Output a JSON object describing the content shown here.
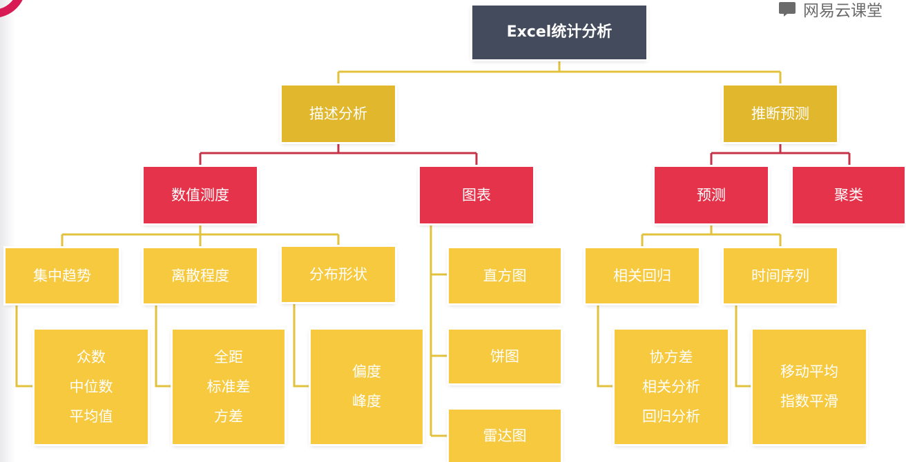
{
  "watermark": {
    "text": "网易云课堂",
    "icon": "play-screen-icon"
  },
  "colors": {
    "root": "#434b5d",
    "level2": "#e1b72e",
    "level3": "#e4334a",
    "level4": "#f7c93e",
    "link_gold": "#e2c13c",
    "link_red": "#c73346"
  },
  "diagram": {
    "root": "Excel统计分析",
    "descriptive": {
      "label": "描述分析",
      "numeric": {
        "label": "数值测度",
        "central": {
          "label": "集中趋势",
          "items": [
            "众数",
            "中位数",
            "平均值"
          ]
        },
        "dispersion": {
          "label": "离散程度",
          "items": [
            "全距",
            "标准差",
            "方差"
          ]
        },
        "shape": {
          "label": "分布形状",
          "items": [
            "偏度",
            "峰度"
          ]
        }
      },
      "charts": {
        "label": "图表",
        "items": [
          "直方图",
          "饼图",
          "雷达图"
        ]
      }
    },
    "inference": {
      "label": "推断预测",
      "forecast": {
        "label": "预测",
        "regression": {
          "label": "相关回归",
          "items": [
            "协方差",
            "相关分析",
            "回归分析"
          ]
        },
        "timeseries": {
          "label": "时间序列",
          "items": [
            "移动平均",
            "指数平滑"
          ]
        }
      },
      "cluster": {
        "label": "聚类"
      }
    }
  }
}
